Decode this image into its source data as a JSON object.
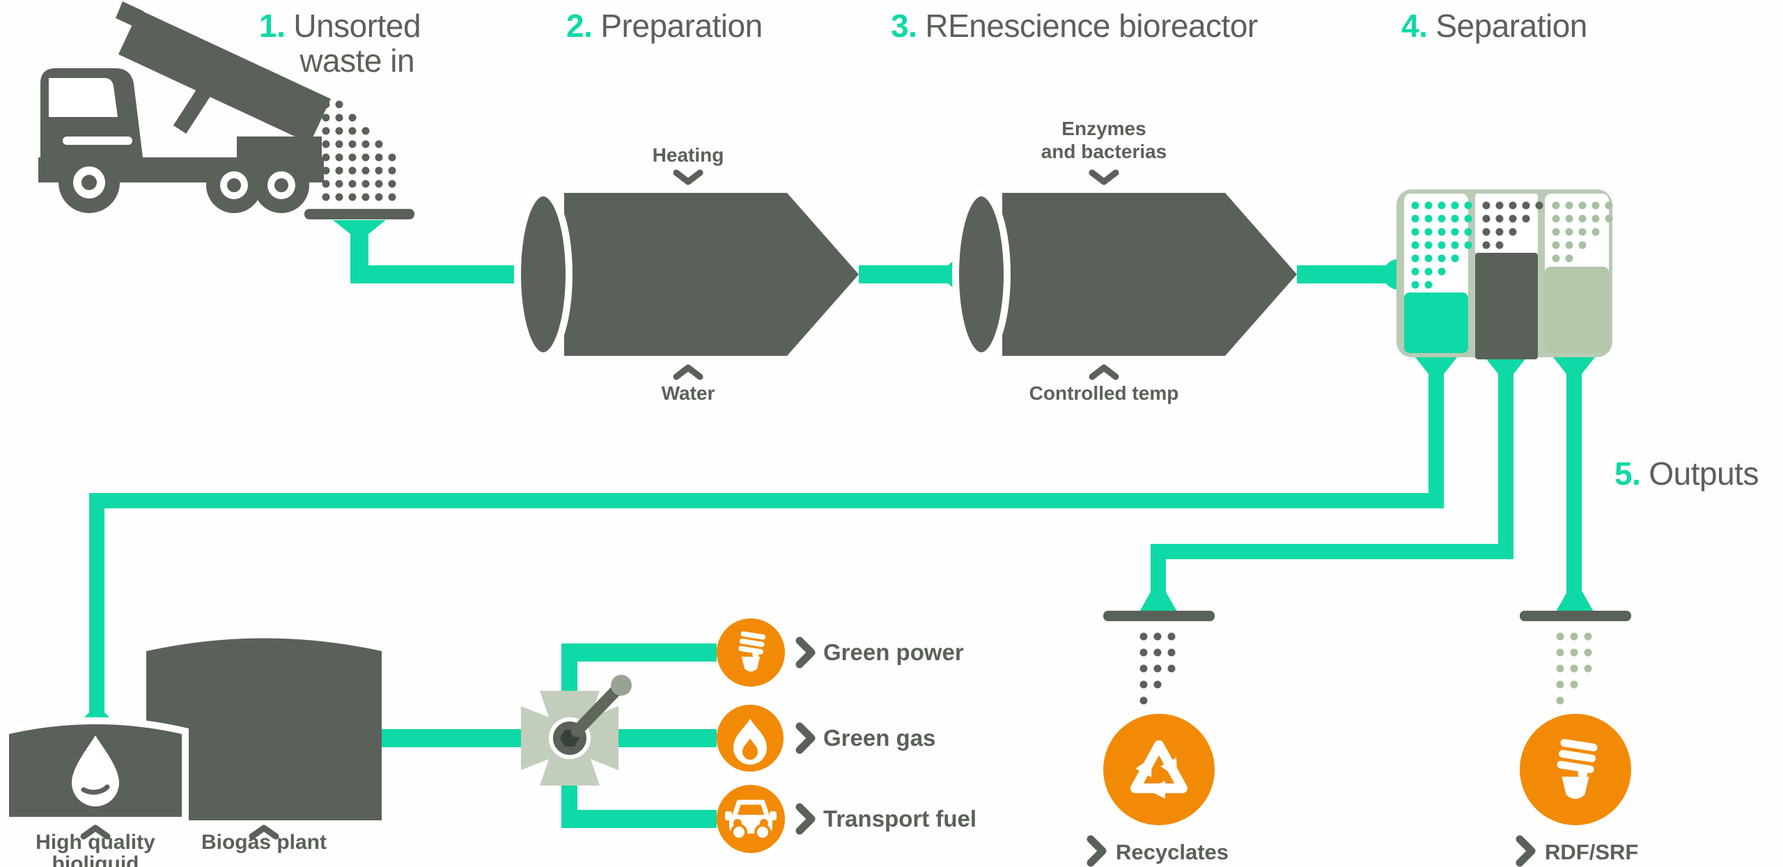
{
  "steps": [
    {
      "num": "1.",
      "line1": "Unsorted",
      "line2": "waste in"
    },
    {
      "num": "2.",
      "label": "Preparation"
    },
    {
      "num": "3.",
      "label": "REnescience bioreactor"
    },
    {
      "num": "4.",
      "label": "Separation"
    },
    {
      "num": "5.",
      "label": "Outputs"
    }
  ],
  "annotations": {
    "heating": "Heating",
    "water": "Water",
    "enzymes_line1": "Enzymes",
    "enzymes_line2": "and bacterias",
    "controlled_temp": "Controlled temp"
  },
  "outputs": {
    "green_power": "Green power",
    "green_gas": "Green gas",
    "transport_fuel": "Transport fuel",
    "recyclates": "Recyclates",
    "rdf_srf": "RDF/SRF"
  },
  "plant": {
    "bioliquid_line1": "High quality",
    "bioliquid_line2": "bioliquid",
    "biogas": "Biogas plant"
  },
  "icons": {
    "dump-truck-icon": "tipping dump truck silhouette",
    "droplet-icon": "water drop",
    "valve-icon": "cross pipe valve with handle",
    "cfl-bulb-icon": "energy saving bulb",
    "flame-icon": "gas flame",
    "car-icon": "car front view",
    "recycle-icon": "recycling arrows triangle",
    "down-chevron-icon": "v",
    "up-chevron-icon": "^",
    "right-chevron-icon": "❯"
  },
  "colors": {
    "teal": "#0FD9A6",
    "dark": "#5A6158",
    "sage": "#B3C7AB",
    "sage_border": "#B9CBB4",
    "valve_body": "#C2CEBB",
    "orange": "#F28A06",
    "text": "#5A6158",
    "background": "#FDFEFD"
  }
}
